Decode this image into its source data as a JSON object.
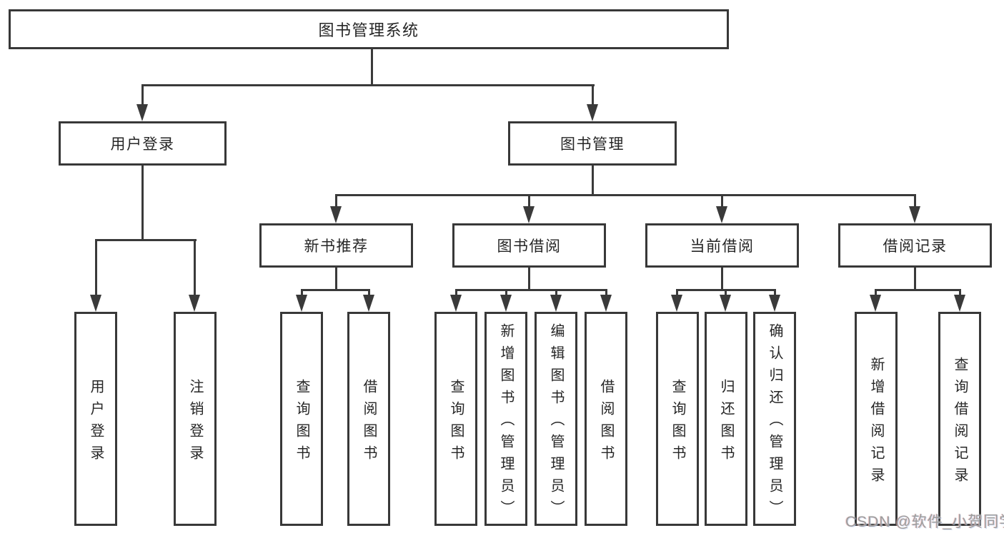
{
  "diagram": {
    "type": "hierarchy-tree",
    "colors": {
      "line": "#3a3a3a",
      "box_border": "#383838",
      "text": "#262626",
      "background": "#ffffff",
      "watermark": "#9c9c9c"
    },
    "nodes": {
      "root": {
        "label": "图书管理系统"
      },
      "level2": [
        {
          "id": "user-login",
          "label": "用户登录"
        },
        {
          "id": "book-management",
          "label": "图书管理"
        }
      ],
      "level3": [
        {
          "id": "new-book-recommend",
          "label": "新书推荐",
          "parent": "图书管理"
        },
        {
          "id": "book-borrow",
          "label": "图书借阅",
          "parent": "图书管理"
        },
        {
          "id": "current-borrow",
          "label": "当前借阅",
          "parent": "图书管理"
        },
        {
          "id": "borrow-records",
          "label": "借阅记录",
          "parent": "图书管理"
        }
      ]
    },
    "leaves": [
      {
        "label": "用户登录",
        "parent": "用户登录"
      },
      {
        "label": "注销登录",
        "parent": "用户登录"
      },
      {
        "label": "查询图书",
        "parent": "新书推荐"
      },
      {
        "label": "借阅图书",
        "parent": "新书推荐"
      },
      {
        "label": "查询图书",
        "parent": "图书借阅"
      },
      {
        "label": "新增图书（管理员）",
        "parent": "图书借阅"
      },
      {
        "label": "编辑图书（管理员）",
        "parent": "图书借阅"
      },
      {
        "label": "借阅图书",
        "parent": "图书借阅"
      },
      {
        "label": "查询图书",
        "parent": "当前借阅"
      },
      {
        "label": "归还图书",
        "parent": "当前借阅"
      },
      {
        "label": "确认归还（管理员）",
        "parent": "当前借阅"
      },
      {
        "label": "新增借阅记录",
        "parent": "借阅记录"
      },
      {
        "label": "查询借阅记录",
        "parent": "借阅记录"
      }
    ]
  },
  "watermark": {
    "text": "CSDN @软件_小贺同学"
  }
}
